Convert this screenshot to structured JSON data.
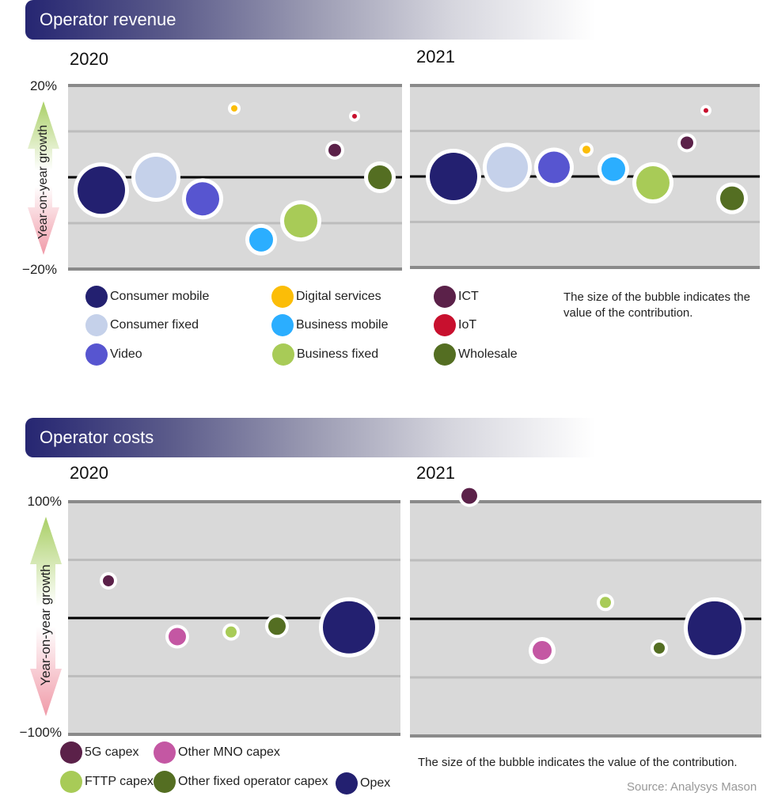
{
  "revenue": {
    "title": "Operator revenue",
    "years": [
      "2020",
      "2021"
    ],
    "y_ticks": [
      "20%",
      "−20%"
    ],
    "y_axis_label": "Year-on-year growth",
    "note": "The size of the bubble indicates the value of the contribution.",
    "legend": [
      {
        "label": "Consumer mobile",
        "color": "#232070"
      },
      {
        "label": "Consumer fixed",
        "color": "#c5d1ea"
      },
      {
        "label": "Video",
        "color": "#5755d0"
      },
      {
        "label": "Digital services",
        "color": "#fbbd08"
      },
      {
        "label": "Business mobile",
        "color": "#2baeff"
      },
      {
        "label": "Business fixed",
        "color": "#a8cb57"
      },
      {
        "label": "ICT",
        "color": "#5b2149"
      },
      {
        "label": "IoT",
        "color": "#c8102e"
      },
      {
        "label": "Wholesale",
        "color": "#546e22"
      }
    ]
  },
  "costs": {
    "title": "Operator costs",
    "years": [
      "2020",
      "2021"
    ],
    "y_ticks": [
      "100%",
      "−100%"
    ],
    "y_axis_label": "Year-on-year growth",
    "note": "The size of the bubble indicates the value of the contribution.",
    "source": "Source: Analysys Mason",
    "legend": [
      {
        "label": "5G capex",
        "color": "#5b2149"
      },
      {
        "label": "Other MNO capex",
        "color": "#c457a3"
      },
      {
        "label": "FTTP capex",
        "color": "#a8cb57"
      },
      {
        "label": "Other fixed operator capex",
        "color": "#546e22"
      },
      {
        "label": "Opex",
        "color": "#232070"
      }
    ]
  },
  "chart_data": [
    {
      "type": "scatter",
      "title": "Operator revenue 2020",
      "ylabel": "Year-on-year growth",
      "ylim": [
        -20,
        20
      ],
      "y_gridlines": [
        -20,
        -10,
        0,
        10,
        20
      ],
      "bubble_size_meaning": "value of the contribution",
      "points": [
        {
          "name": "Consumer mobile",
          "y": -2.8,
          "size": 30,
          "color": "#232070"
        },
        {
          "name": "Consumer fixed",
          "y": 0.0,
          "size": 26,
          "color": "#c5d1ea"
        },
        {
          "name": "Video",
          "y": -4.7,
          "size": 21,
          "color": "#5755d0"
        },
        {
          "name": "Digital services",
          "y": 15.0,
          "size": 4,
          "color": "#fbbd08"
        },
        {
          "name": "Business mobile",
          "y": -13.6,
          "size": 15,
          "color": "#2baeff"
        },
        {
          "name": "Business fixed",
          "y": -9.5,
          "size": 21,
          "color": "#a8cb57"
        },
        {
          "name": "ICT",
          "y": 5.9,
          "size": 8,
          "color": "#5b2149"
        },
        {
          "name": "IoT",
          "y": 13.3,
          "size": 3,
          "color": "#c8102e"
        },
        {
          "name": "Wholesale",
          "y": 0.0,
          "size": 15,
          "color": "#546e22"
        }
      ]
    },
    {
      "type": "scatter",
      "title": "Operator revenue 2021",
      "ylabel": "Year-on-year growth",
      "ylim": [
        -20,
        20
      ],
      "y_gridlines": [
        -20,
        -10,
        0,
        10,
        20
      ],
      "bubble_size_meaning": "value of the contribution",
      "points": [
        {
          "name": "Consumer mobile",
          "y": 0.0,
          "size": 30,
          "color": "#232070"
        },
        {
          "name": "Consumer fixed",
          "y": 2.0,
          "size": 26,
          "color": "#c5d1ea"
        },
        {
          "name": "Video",
          "y": 2.0,
          "size": 20,
          "color": "#5755d0"
        },
        {
          "name": "Digital services",
          "y": 5.9,
          "size": 5,
          "color": "#fbbd08"
        },
        {
          "name": "Business mobile",
          "y": 1.6,
          "size": 15,
          "color": "#2baeff"
        },
        {
          "name": "Business fixed",
          "y": -1.4,
          "size": 21,
          "color": "#a8cb57"
        },
        {
          "name": "ICT",
          "y": 7.4,
          "size": 8,
          "color": "#5b2149"
        },
        {
          "name": "IoT",
          "y": 14.5,
          "size": 3,
          "color": "#c8102e"
        },
        {
          "name": "Wholesale",
          "y": -4.8,
          "size": 15,
          "color": "#546e22"
        }
      ]
    },
    {
      "type": "scatter",
      "title": "Operator costs 2020",
      "ylabel": "Year-on-year growth",
      "ylim": [
        -100,
        100
      ],
      "y_gridlines": [
        -100,
        -50,
        0,
        50,
        100
      ],
      "bubble_size_meaning": "value of the contribution",
      "points": [
        {
          "name": "5G capex",
          "y": 32,
          "size": 7,
          "color": "#5b2149"
        },
        {
          "name": "Other MNO capex",
          "y": -16,
          "size": 11,
          "color": "#c457a3"
        },
        {
          "name": "FTTP capex",
          "y": -12,
          "size": 7,
          "color": "#a8cb57"
        },
        {
          "name": "Other fixed operator capex",
          "y": -7,
          "size": 11,
          "color": "#546e22"
        },
        {
          "name": "Opex",
          "y": -8,
          "size": 33,
          "color": "#232070"
        }
      ]
    },
    {
      "type": "scatter",
      "title": "Operator costs 2021",
      "ylabel": "Year-on-year growth",
      "ylim": [
        -100,
        100
      ],
      "y_gridlines": [
        -100,
        -50,
        0,
        50,
        100
      ],
      "bubble_size_meaning": "value of the contribution",
      "points": [
        {
          "name": "5G capex",
          "y": 105,
          "size": 10,
          "color": "#5b2149"
        },
        {
          "name": "Other MNO capex",
          "y": -27,
          "size": 12,
          "color": "#c457a3"
        },
        {
          "name": "FTTP capex",
          "y": 14,
          "size": 7,
          "color": "#a8cb57"
        },
        {
          "name": "Other fixed operator capex",
          "y": -25,
          "size": 7,
          "color": "#546e22"
        },
        {
          "name": "Opex",
          "y": -8,
          "size": 34,
          "color": "#232070"
        }
      ]
    }
  ]
}
